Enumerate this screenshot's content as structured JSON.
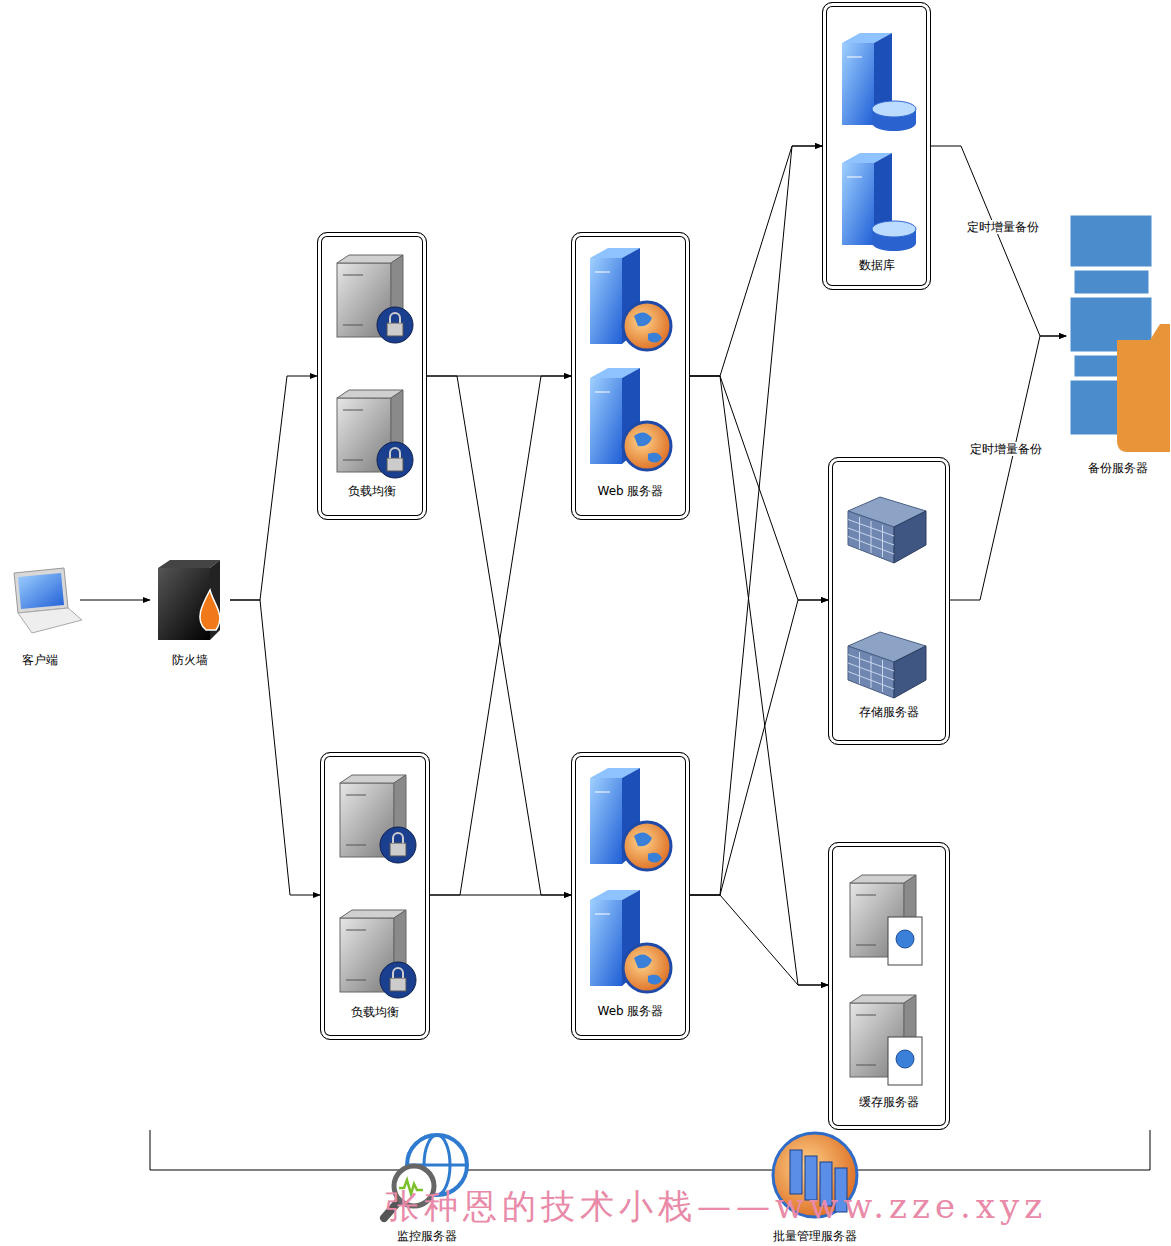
{
  "diagram": {
    "nodes": [
      {
        "text": [
          "客户端"
        ]
      },
      {
        "text": [
          "防火墙"
        ]
      },
      {
        "text": [
          "负载均衡"
        ]
      },
      {
        "text": [
          "负载均衡"
        ]
      },
      {
        "text": [
          "Web 服务器"
        ]
      },
      {
        "text": [
          "Web 服务器"
        ]
      },
      {
        "text": [
          "数据库"
        ]
      },
      {
        "text": [
          "存储服务器"
        ]
      },
      {
        "text": [
          "缓存服务器"
        ]
      },
      {
        "text": [
          "备份服务器"
        ]
      },
      {
        "text": [
          "监控服务器"
        ]
      },
      {
        "text": [
          "批量管理服务器"
        ]
      }
    ],
    "edges": [
      {
        "from": 0,
        "to": 1,
        "arrow": "to"
      },
      {
        "from": 1,
        "to": 2,
        "arrow": "to"
      },
      {
        "from": 1,
        "to": 3,
        "arrow": "to"
      },
      {
        "from": 2,
        "to": 4,
        "arrow": "to"
      },
      {
        "from": 2,
        "to": 5,
        "arrow": "to"
      },
      {
        "from": 3,
        "to": 4,
        "arrow": "to"
      },
      {
        "from": 3,
        "to": 5,
        "arrow": "to"
      },
      {
        "from": 4,
        "to": 6,
        "arrow": "to"
      },
      {
        "from": 4,
        "to": 7,
        "arrow": "to"
      },
      {
        "from": 4,
        "to": 8,
        "arrow": "to"
      },
      {
        "from": 5,
        "to": 6,
        "arrow": "to"
      },
      {
        "from": 5,
        "to": 7,
        "arrow": "to"
      },
      {
        "from": 5,
        "to": 8,
        "arrow": "to"
      },
      {
        "from": 6,
        "to": 9,
        "label": "定时增量备份",
        "arrow": "to"
      },
      {
        "from": 7,
        "to": 9,
        "label": "定时增量备份",
        "arrow": "to"
      }
    ],
    "labels": [
      "张种恩的技术小栈——www.zze.xyz"
    ]
  }
}
